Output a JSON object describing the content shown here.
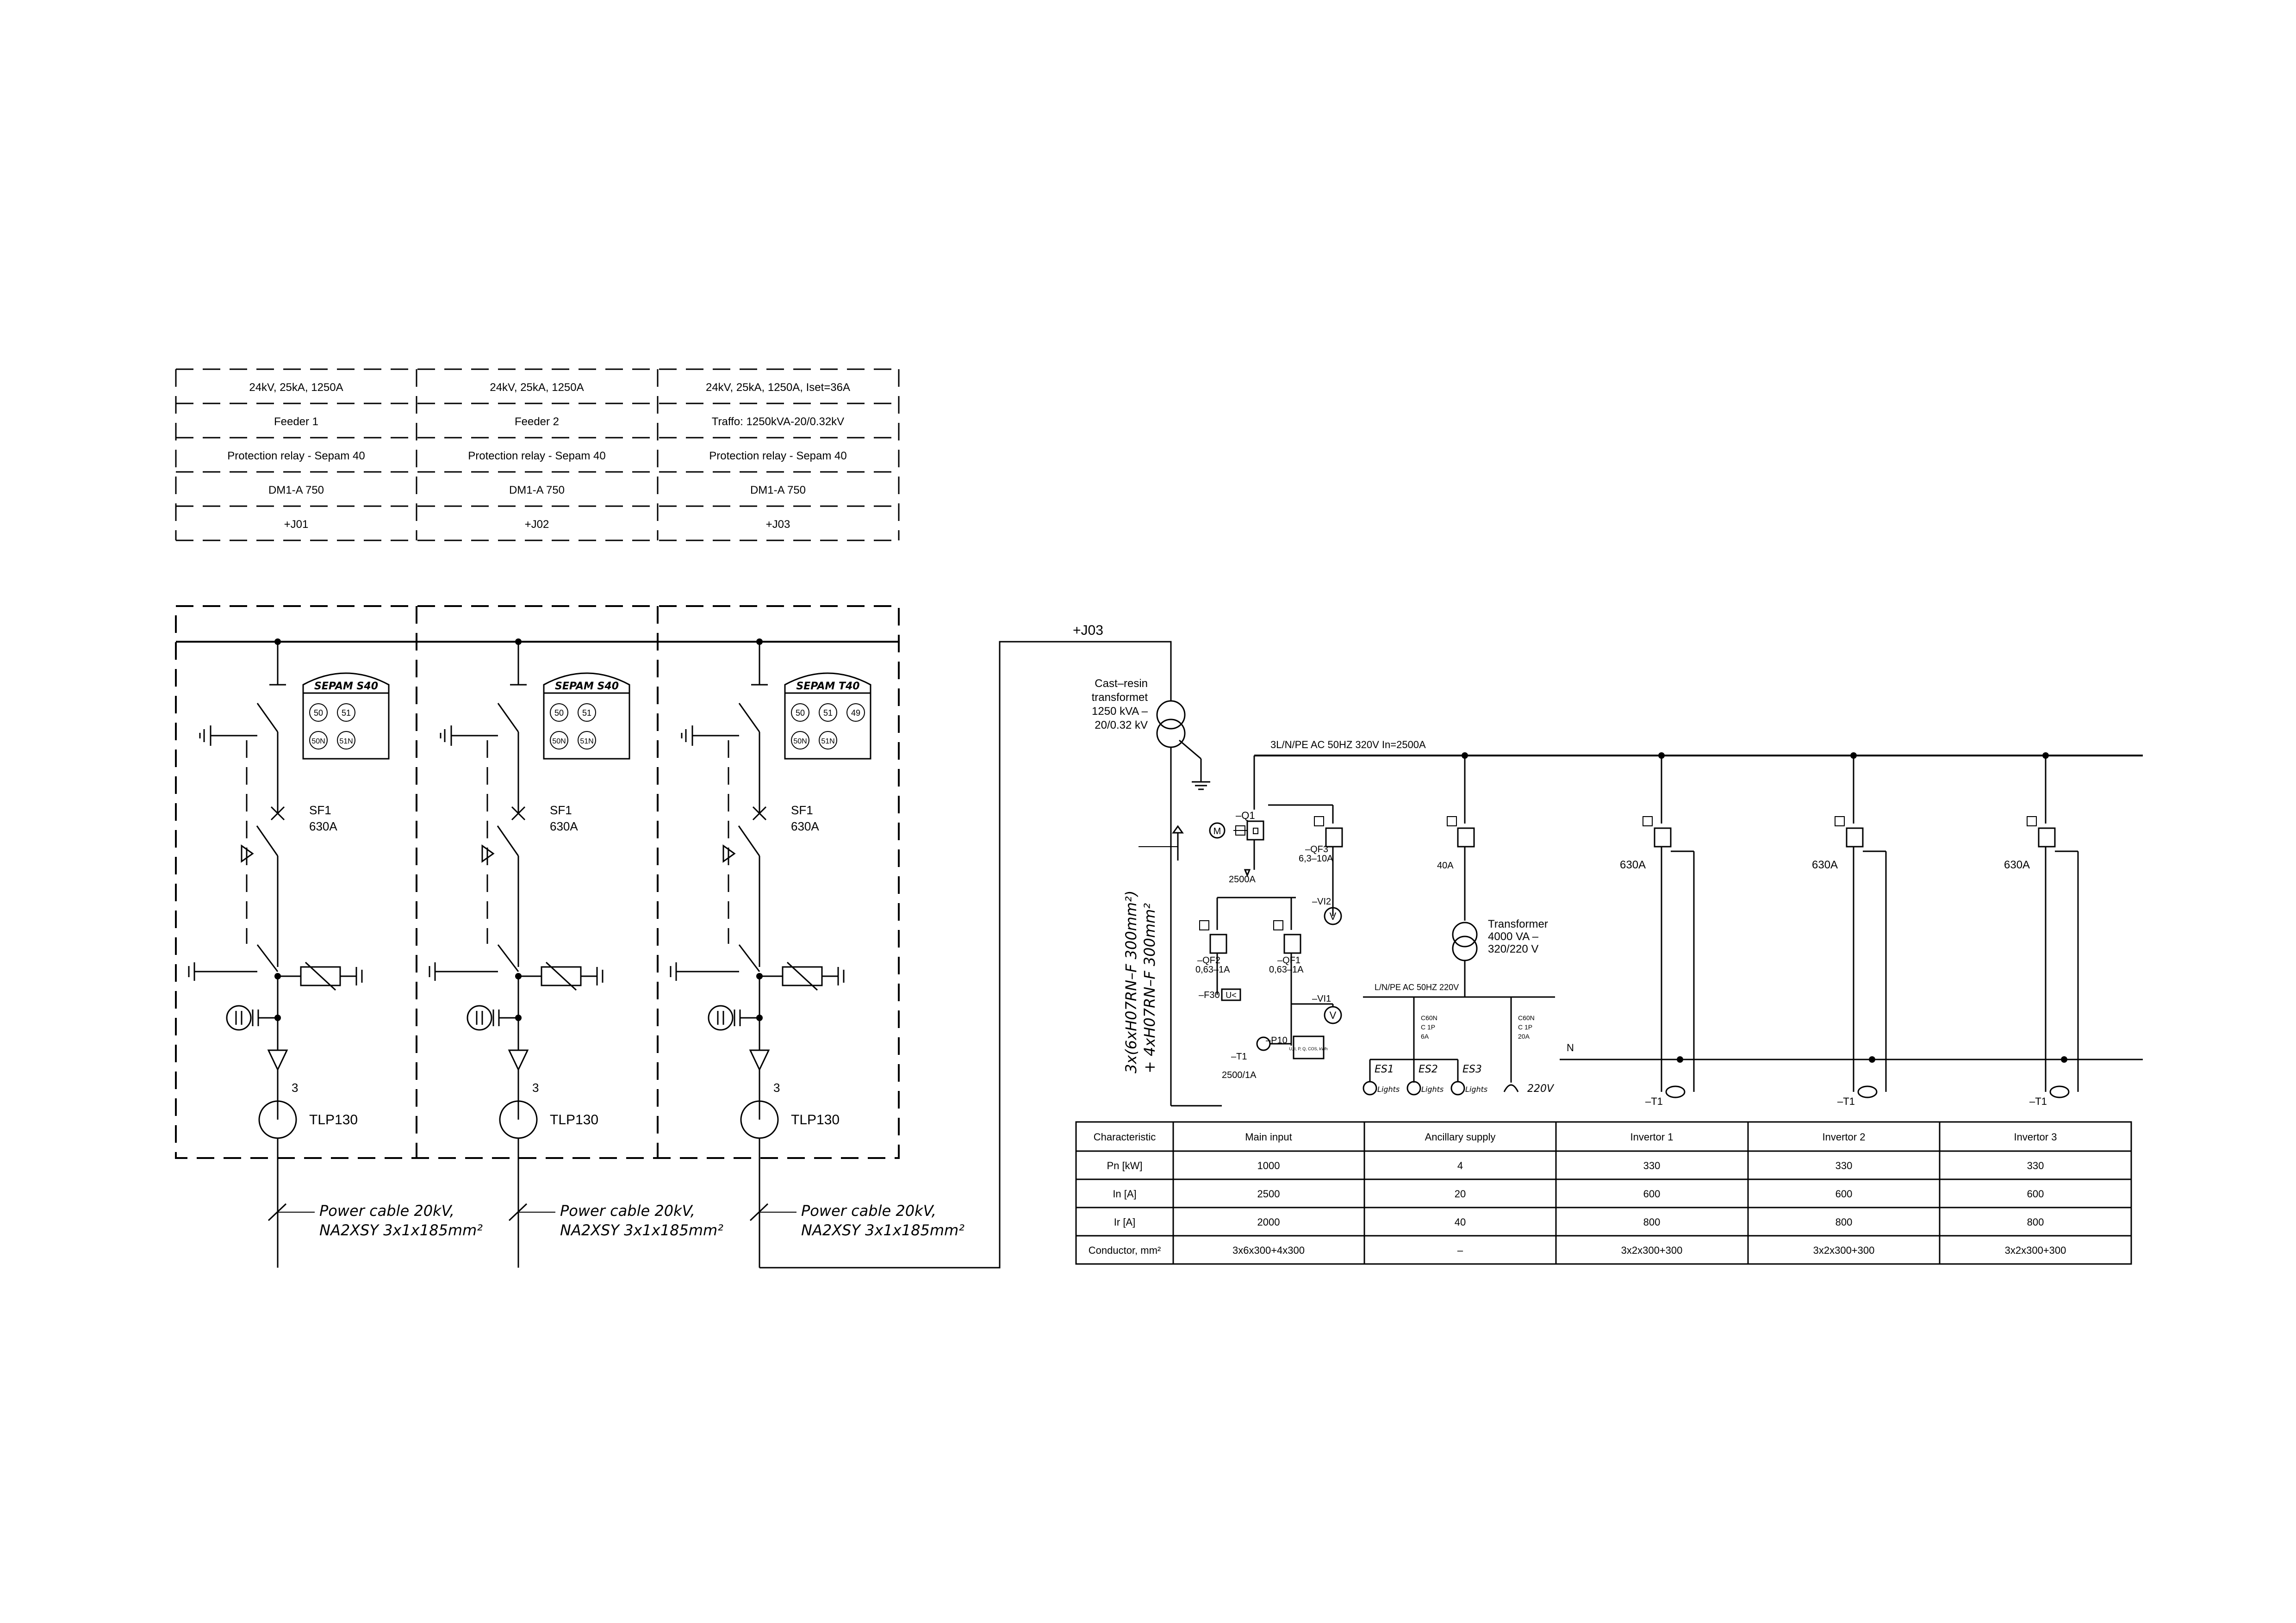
{
  "header_table": {
    "rows": [
      [
        "24kV, 25kA, 1250A",
        "24kV, 25kA, 1250A",
        "24kV, 25kA, 1250A, Iset=36A"
      ],
      [
        "Feeder 1",
        "Feeder 2",
        "Traffo: 1250kVA-20/0.32kV"
      ],
      [
        "Protection relay - Sepam 40",
        "Protection relay - Sepam 40",
        "Protection relay - Sepam 40"
      ],
      [
        "DM1-A 750",
        "DM1-A 750",
        "DM1-A 750"
      ],
      [
        "+J01",
        "+J02",
        "+J03"
      ]
    ]
  },
  "feeders": [
    {
      "relay": "SEPAM S40",
      "codes": [
        "50",
        "51",
        "50N",
        "51N"
      ],
      "breaker": "SF1",
      "breaker_rating": "630A",
      "ct_count": "3",
      "ct_label": "TLP130",
      "cable": [
        "Power cable 20kV,",
        "NA2XSY 3x1x185mm²"
      ]
    },
    {
      "relay": "SEPAM S40",
      "codes": [
        "50",
        "51",
        "50N",
        "51N"
      ],
      "breaker": "SF1",
      "breaker_rating": "630A",
      "ct_count": "3",
      "ct_label": "TLP130",
      "cable": [
        "Power cable 20kV,",
        "NA2XSY 3x1x185mm²"
      ]
    },
    {
      "relay": "SEPAM T40",
      "codes": [
        "50",
        "51",
        "49",
        "50N",
        "51N"
      ],
      "breaker": "SF1",
      "breaker_rating": "630A",
      "ct_count": "3",
      "ct_label": "TLP130",
      "cable": [
        "Power cable 20kV,",
        "NA2XSY 3x1x185mm²"
      ]
    }
  ],
  "lv": {
    "panel_ref": "+J03",
    "transformer": [
      "Cast–resin",
      "transformet",
      "1250 kVA –",
      "20/0.32 kV"
    ],
    "busbar_label": "3L/N/PE AC 50HZ 320V In=2500A",
    "cable_label": [
      "3x(6xH07RN–F 300mm²)",
      "+ 4xH07RN–F 300mm²"
    ],
    "q1": "–Q1",
    "q1_rating": "2500A",
    "motor": "M",
    "qf3": "–QF3",
    "qf3_rating": "6,3–10A",
    "qf2": "–QF2",
    "qf2_rating": "0,63–1A",
    "qf1": "–QF1",
    "qf1_rating": "0,63–1A",
    "vi1": "–VI1",
    "vi2": "–VI2",
    "volt": "V",
    "f30": "–F30",
    "uk": "U<",
    "p10": "–P10",
    "pm_text": "U, I, P, Q, COS, kWh",
    "t1": "–T1",
    "ct_main": "2500/1A",
    "aux_rating": "40A",
    "aux_tr": [
      "Transformer",
      "4000 VA –",
      "320/220 V"
    ],
    "aux_bus": "L/N/PE AC 50HZ 220V",
    "mcb": [
      [
        "C60N",
        "C 1P",
        "6A"
      ],
      [
        "C60N",
        "C 1P",
        "20A"
      ]
    ],
    "lights": [
      {
        "es": "ES1",
        "l": "Lights"
      },
      {
        "es": "ES2",
        "l": "Lights"
      },
      {
        "es": "ES3",
        "l": "Lights"
      }
    ],
    "socket": "220V",
    "inv_rating": "630A",
    "ct_inv": "–T1",
    "n": "N"
  },
  "data_table": {
    "headers": [
      "Characteristic",
      "Main input",
      "Ancillary supply",
      "Invertor 1",
      "Invertor 2",
      "Invertor 3"
    ],
    "rows": [
      [
        "Pn [kW]",
        "1000",
        "4",
        "330",
        "330",
        "330"
      ],
      [
        "In [A]",
        "2500",
        "20",
        "600",
        "600",
        "600"
      ],
      [
        "Ir [A]",
        "2000",
        "40",
        "800",
        "800",
        "800"
      ],
      [
        "Conductor, mm²",
        "3x6x300+4x300",
        "–",
        "3x2x300+300",
        "3x2x300+300",
        "3x2x300+300"
      ]
    ]
  }
}
